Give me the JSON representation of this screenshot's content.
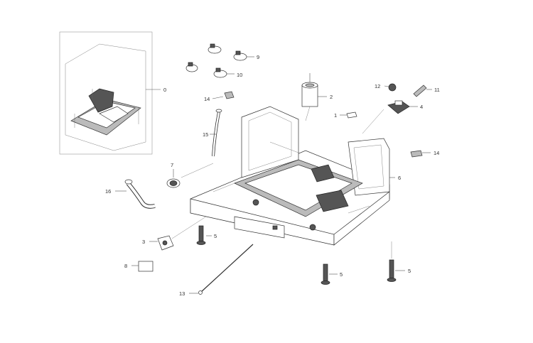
{
  "callouts": {
    "c0": "0",
    "c1": "1",
    "c2": "2",
    "c3": "3",
    "c4": "4",
    "c5a": "5",
    "c5b": "5",
    "c5c": "5",
    "c6": "6",
    "c7": "7",
    "c8": "8",
    "c9": "9",
    "c10": "10",
    "c11": "11",
    "c12": "12",
    "c13": "13",
    "c14a": "14",
    "c14b": "14",
    "c15": "15",
    "c16": "16"
  }
}
